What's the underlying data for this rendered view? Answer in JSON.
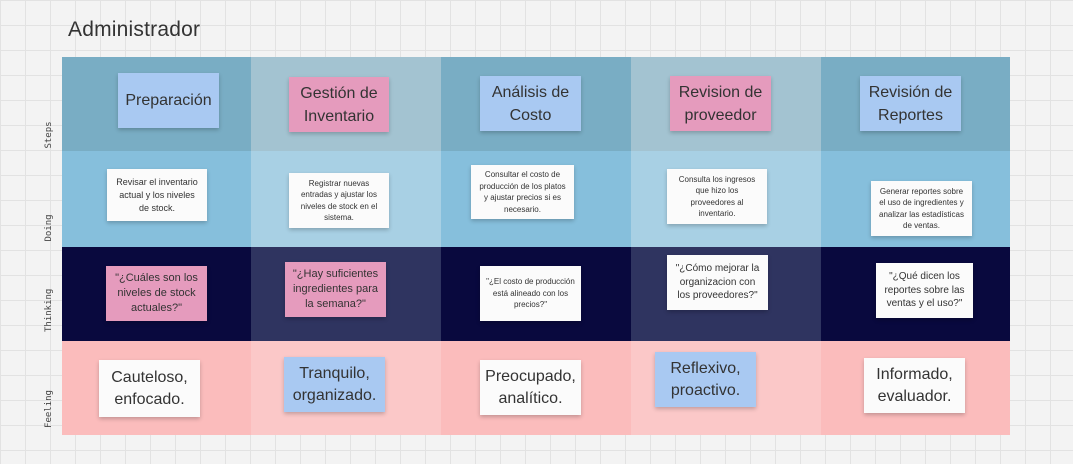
{
  "title": "Administrador",
  "colors": {
    "steps_band": "#79adc4",
    "steps_band_light": "#a3c3d1",
    "doing_band": "#86bfdc",
    "doing_band_light": "#a8d0e4",
    "thinking_band": "#09093e",
    "thinking_band_light": "#2f3460",
    "feeling_band": "#fbbcbc",
    "feeling_band_light": "#fbc8c8",
    "blue_note": "#a9c9f2",
    "pink_note": "#e59bbd",
    "white_note": "#fbfbfb"
  },
  "rows": {
    "steps": "Steps",
    "doing": "Doing",
    "thinking": "Thinking",
    "feeling": "Feeling"
  },
  "steps": [
    "Preparación",
    "Gestión de Inventario",
    "Análisis de Costo",
    "Revision de proveedor",
    "Revisión de Reportes"
  ],
  "doing": [
    "Revisar el inventario actual y los niveles de stock.",
    "Registrar nuevas entradas y ajustar los niveles de stock en el sistema.",
    "Consultar el costo de producción de los platos y ajustar precios si es necesario.",
    "Consulta los ingresos que hizo los proveedores al inventario.",
    "Generar reportes sobre el uso de ingredientes y analizar las estadísticas de ventas."
  ],
  "thinking": [
    "\"¿Cuáles son los niveles de stock actuales?\"",
    "\"¿Hay suficientes ingredientes para la semana?\"",
    "\"¿El costo de producción está alineado con los precios?\"",
    "\"¿Cómo mejorar la organizacion con los proveedores?\"",
    "\"¿Qué dicen los reportes sobre las ventas y el uso?\""
  ],
  "feeling": [
    "Cauteloso, enfocado.",
    "Tranquilo, organizado.",
    "Preocupado, analítico.",
    "Reflexivo, proactivo.",
    "Informado, evaluador."
  ]
}
